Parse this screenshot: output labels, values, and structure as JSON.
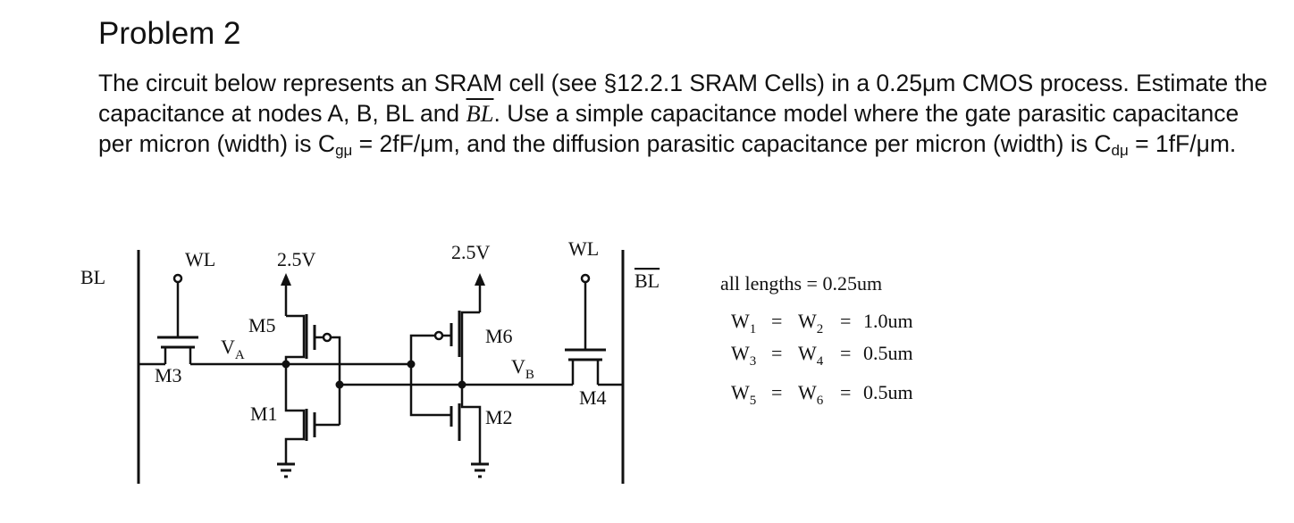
{
  "title": "Problem 2",
  "text": {
    "p1_a": "The circuit below represents an SRAM cell (see §12.2.1 SRAM Cells) in a 0.25μm CMOS process. Estimate the capacitance at nodes A, B, BL and ",
    "p1_bl_bar": "BL",
    "p1_b": ". Use a simple capacitance model where the gate parasitic capacitance per micron (width) is C",
    "cg_sub": "gμ",
    "p1_c": " = 2fF/μm, and the diffusion parasitic capacitance per micron (width) is C",
    "cd_sub": "dμ",
    "p1_d": " = 1fF/μm."
  },
  "circuit": {
    "bl": "BL",
    "bl_bar": "BL",
    "wl_left": "WL",
    "wl_right": "WL",
    "vdd_left": "2.5V",
    "vdd_right": "2.5V",
    "m1": "M1",
    "m2": "M2",
    "m3": "M3",
    "m4": "M4",
    "m5": "M5",
    "m6": "M6",
    "va": "V",
    "va_sub": "A",
    "vb": "V",
    "vb_sub": "B"
  },
  "specs": {
    "lengths": "all lengths = 0.25um",
    "w12": {
      "a": "W",
      "a_sub": "1",
      "eq1": "=",
      "b": "W",
      "b_sub": "2",
      "eq2": "=",
      "val": "1.0um"
    },
    "w34": {
      "a": "W",
      "a_sub": "3",
      "eq1": "=",
      "b": "W",
      "b_sub": "4",
      "eq2": "=",
      "val": "0.5um"
    },
    "w56": {
      "a": "W",
      "a_sub": "5",
      "eq1": "=",
      "b": "W",
      "b_sub": "6",
      "eq2": "=",
      "val": "0.5um"
    }
  }
}
